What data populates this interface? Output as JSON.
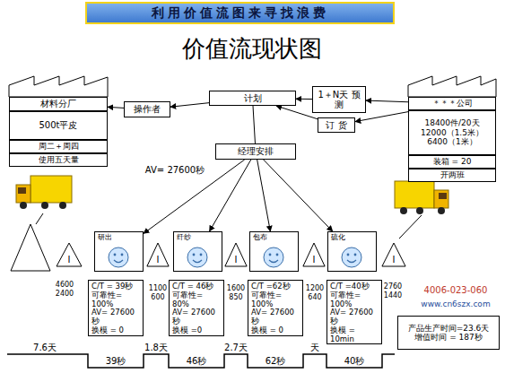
{
  "diagram": {
    "title": "利用价值流图来寻找浪费",
    "nodes": [
      {
        "text": [
          "材料分厂"
        ]
      },
      {
        "text": [
          "500t平皮"
        ]
      },
      {
        "text": [
          "周二＋周四"
        ]
      },
      {
        "text": [
          "使用五天量"
        ]
      },
      {
        "text": [
          "操作者"
        ]
      },
      {
        "text": [
          "计划"
        ]
      },
      {
        "text": [
          "1＋N天 预测"
        ]
      },
      {
        "text": [
          "订 货"
        ]
      },
      {
        "text": [
          "＊＊＊公司"
        ]
      },
      {
        "text": [
          "18400件/20天 12000（1.5米） 6400（1米）"
        ]
      },
      {
        "text": [
          "装箱 = 20"
        ]
      },
      {
        "text": [
          "开两班"
        ]
      },
      {
        "text": [
          "经理安排"
        ]
      },
      {
        "text": [
          "研出"
        ]
      },
      {
        "text": [
          "纤纱"
        ]
      },
      {
        "text": [
          "包布"
        ]
      },
      {
        "text": [
          "硫化"
        ]
      },
      {
        "text": [
          "I"
        ]
      },
      {
        "text": [
          "I"
        ]
      },
      {
        "text": [
          "I"
        ]
      },
      {
        "text": [
          "I"
        ]
      },
      {
        "text": [
          "I"
        ]
      },
      {
        "text": [
          "C/T = 39秒",
          "可靠性= 100%",
          "AV= 27600 秒",
          "换模 = 0"
        ]
      },
      {
        "text": [
          "C/T = 46秒",
          "可靠性= 80%",
          "AV= 27600 秒",
          "换模 =0"
        ]
      },
      {
        "text": [
          "C/T =62秒",
          "可靠性= 100%",
          "AV= 27600 秒",
          "换模 = 0"
        ]
      },
      {
        "text": [
          "C/T =40秒",
          "可靠性= 100%",
          "AV= 27600 秒",
          "换模 = 10min"
        ]
      },
      {
        "text": [
          "产品生产时间=23.6天",
          "增值时间 = 187秒"
        ]
      }
    ],
    "edges": [
      {
        "from": 5,
        "to": 4,
        "arrow": "to"
      },
      {
        "from": 4,
        "to": 0,
        "arrow": "to"
      },
      {
        "from": 8,
        "to": 6,
        "arrow": "to"
      },
      {
        "from": 6,
        "to": 5,
        "arrow": "to"
      },
      {
        "from": 8,
        "to": 7,
        "arrow": "to"
      },
      {
        "from": 7,
        "to": 5,
        "arrow": "to"
      },
      {
        "from": 5,
        "to": 12,
        "arrow": "none"
      },
      {
        "from": 12,
        "to": 13,
        "arrow": "to"
      },
      {
        "from": 12,
        "to": 14,
        "arrow": "to"
      },
      {
        "from": 12,
        "to": 15,
        "arrow": "to"
      },
      {
        "from": 12,
        "to": 16,
        "arrow": "to"
      }
    ],
    "labels": [
      "价值流现状图",
      "AV= 27600秒",
      "4600",
      "2400",
      "1100",
      "600",
      "1600",
      "850",
      "1200",
      "640",
      "2760",
      "1440",
      "7.6天",
      "1.8天",
      "2.7天",
      "天",
      "39秒",
      "46秒",
      "62秒",
      "40秒",
      "4006-023-060",
      "www.cn6szx.com"
    ]
  }
}
